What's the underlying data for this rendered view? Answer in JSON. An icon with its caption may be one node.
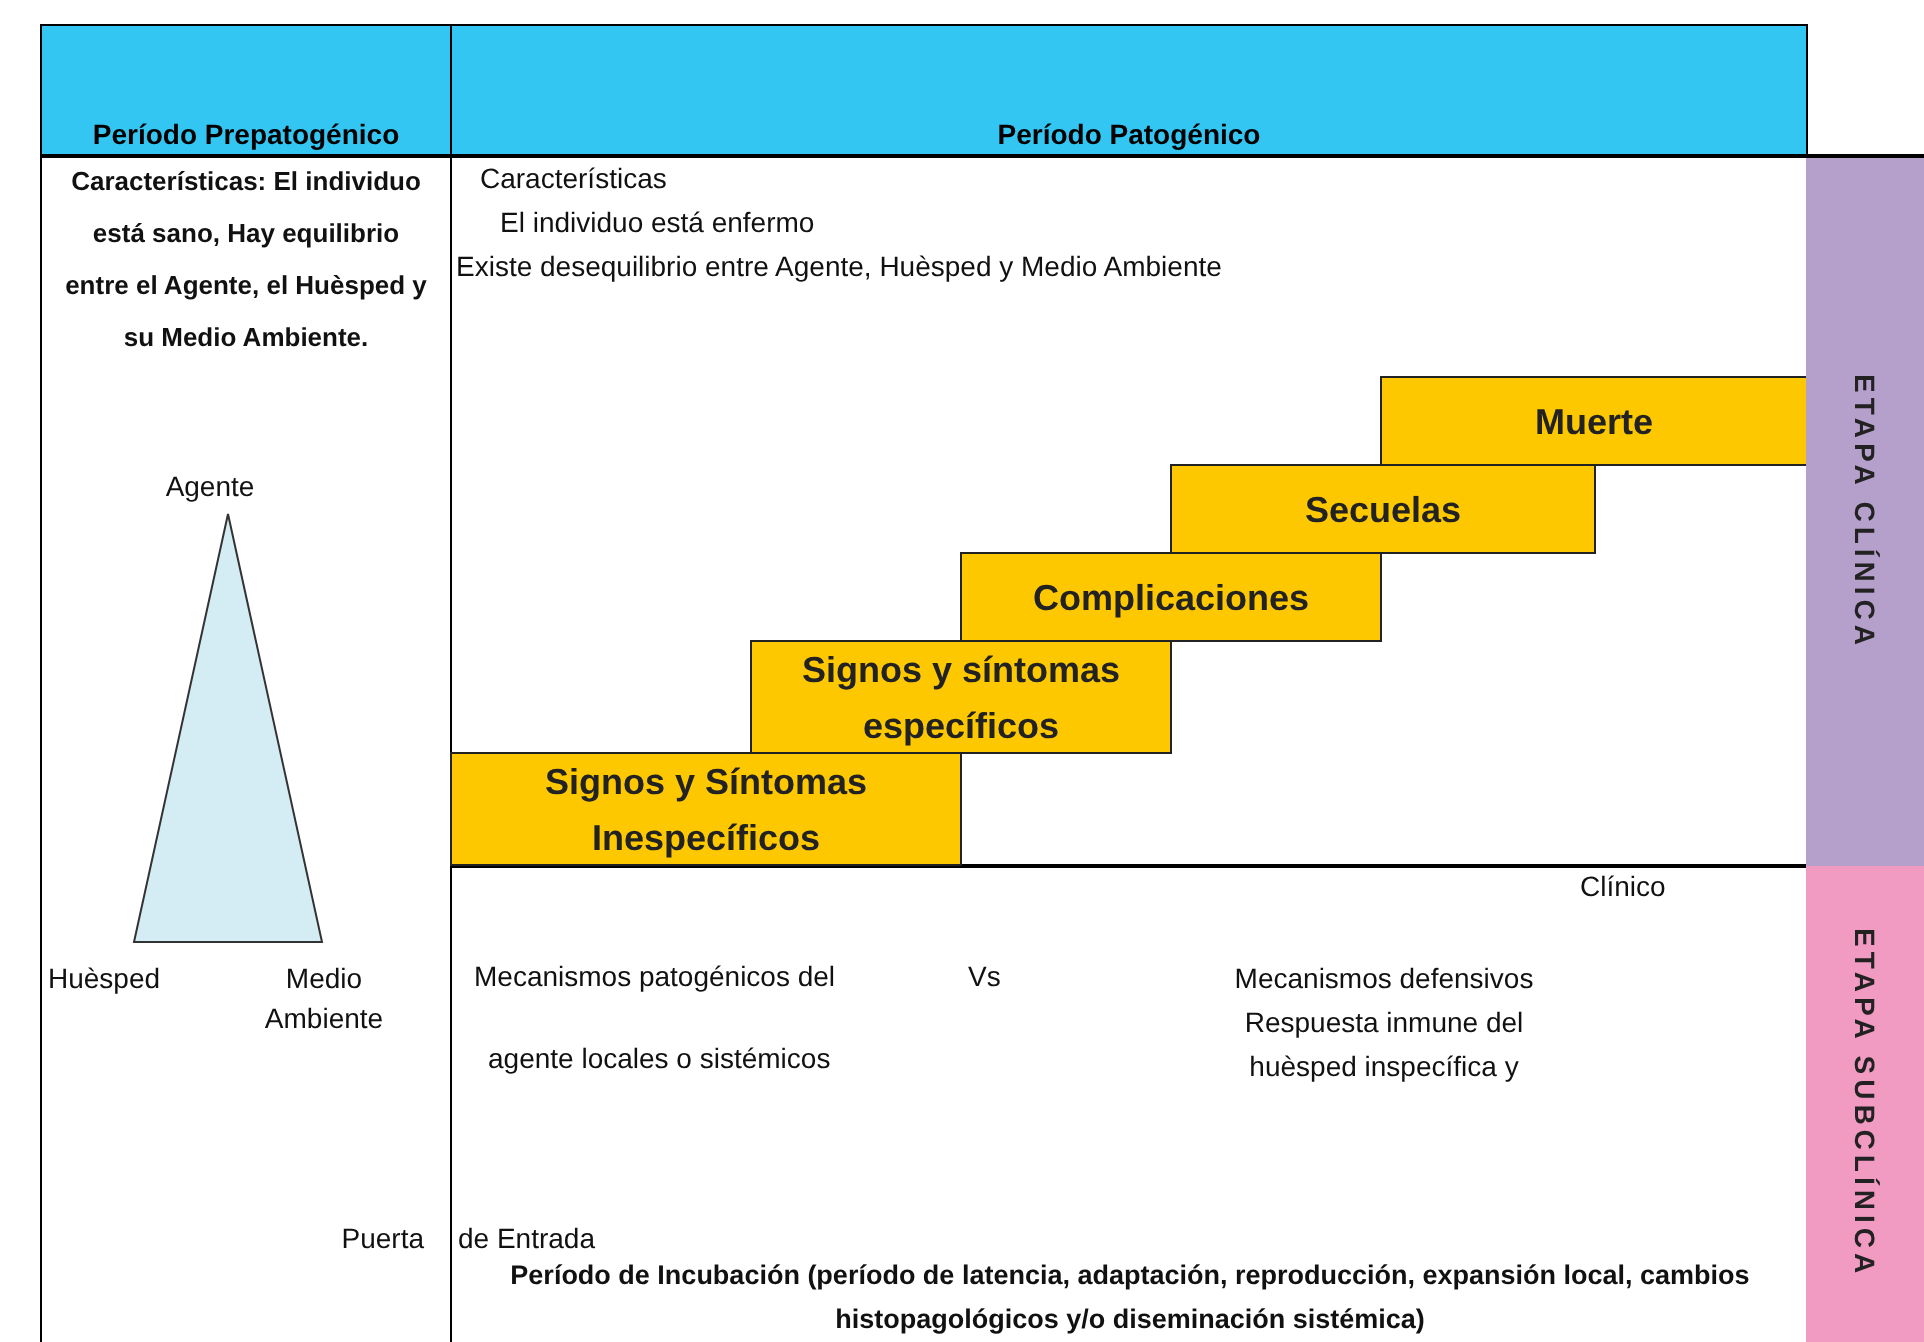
{
  "diagram": {
    "nodes": [
      {
        "text": [
          "Período Prepatogénico"
        ]
      },
      {
        "text": [
          "Período Patogénico"
        ]
      },
      {
        "text": [
          "Signos y Síntomas Inespecíficos"
        ]
      },
      {
        "text": [
          "Signos y síntomas específicos"
        ]
      },
      {
        "text": [
          "Complicaciones"
        ]
      },
      {
        "text": [
          "Secuelas"
        ]
      },
      {
        "text": [
          "Muerte"
        ]
      },
      {
        "text": [],
        "shape": "triangle",
        "beside": [
          "Agente",
          "Huèsped",
          "Medio Ambiente"
        ]
      },
      {
        "text": [
          "ETAPA CLÍNICA"
        ]
      },
      {
        "text": [
          "ETAPA SUBCLÍNICA"
        ]
      }
    ],
    "labels": [
      "Características: El individuo está sano, Hay equilibrio entre el Agente, el Huèsped y su Medio Ambiente.",
      "Características",
      "El individuo está enfermo",
      "Existe desequilibrio entre Agente, Huèsped y Medio Ambiente",
      "Clínico",
      "Mecanismos patogénicos del",
      "Vs",
      "Mecanismos defensivos Respuesta inmune del huèsped inspecífica y",
      "agente locales o sistémicos",
      "Puerta",
      "de Entrada",
      "Período de Incubación (período de latencia, adaptación, reproducción, expansión local, cambios histopagológicos y/o diseminación sistémica)"
    ]
  }
}
